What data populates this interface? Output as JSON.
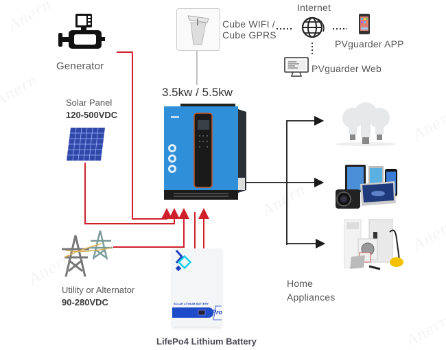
{
  "generator": {
    "label": "Generator"
  },
  "cube": {
    "line1": "Cube WIFI /",
    "line2": "Cube GPRS"
  },
  "internet": {
    "label": "Internet"
  },
  "app": {
    "label": "PVguarder APP"
  },
  "web": {
    "label": "PVguarder Web"
  },
  "inverter": {
    "power_label": "3.5kw / 5.5kw"
  },
  "solar": {
    "title": "Solar Panel",
    "voltage": "120-500VDC"
  },
  "utility": {
    "title": "Utility or Alternator",
    "voltage": "90-280VDC"
  },
  "battery": {
    "label": "LifePo4 Lithium Battery",
    "brand_text": "SOLAR LITHIUM BATTERY",
    "badge": "Pro"
  },
  "appliances": {
    "line1": "Home",
    "line2": "Appliances",
    "items": [
      "light-bulbs",
      "electronics",
      "household-appliances"
    ]
  },
  "watermark": "Anern",
  "colors": {
    "wire": "#d0202c",
    "output_wire": "#1a1a1a",
    "inverter_blue": "#2f8fd8",
    "dotted": "#333333"
  }
}
